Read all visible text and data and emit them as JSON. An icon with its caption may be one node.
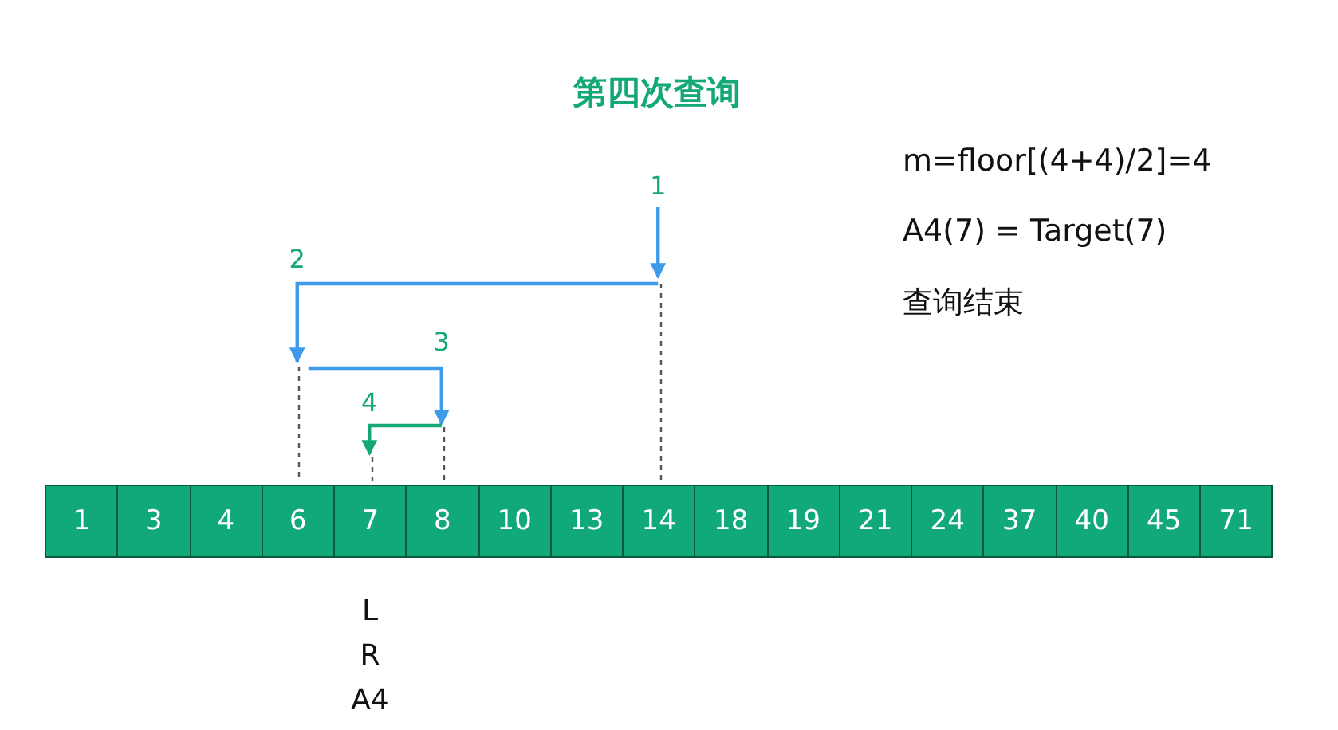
{
  "diagram": {
    "title": "第四次查询",
    "nodes": [
      {
        "text": [
          "1"
        ]
      },
      {
        "text": [
          "3"
        ]
      },
      {
        "text": [
          "4"
        ]
      },
      {
        "text": [
          "6"
        ]
      },
      {
        "text": [
          "7"
        ]
      },
      {
        "text": [
          "8"
        ]
      },
      {
        "text": [
          "10"
        ]
      },
      {
        "text": [
          "13"
        ]
      },
      {
        "text": [
          "14"
        ]
      },
      {
        "text": [
          "18"
        ]
      },
      {
        "text": [
          "19"
        ]
      },
      {
        "text": [
          "21"
        ]
      },
      {
        "text": [
          "24"
        ]
      },
      {
        "text": [
          "37"
        ]
      },
      {
        "text": [
          "40"
        ]
      },
      {
        "text": [
          "45"
        ]
      },
      {
        "text": [
          "71"
        ]
      }
    ],
    "edges": [
      {
        "from": null,
        "to": 8,
        "arrow": "to",
        "label": "1"
      },
      {
        "from": 8,
        "to": 3,
        "arrow": "to",
        "label": "2"
      },
      {
        "from": 3,
        "to": 5,
        "arrow": "to",
        "label": "3"
      },
      {
        "from": 5,
        "to": 4,
        "arrow": "to",
        "label": "4",
        "color": "#14a874"
      }
    ],
    "labels": [
      "m=floor[(4+4)/2]=4",
      "A4(7) = Target(7)",
      "查询结束",
      "L",
      "R",
      "A4"
    ]
  }
}
